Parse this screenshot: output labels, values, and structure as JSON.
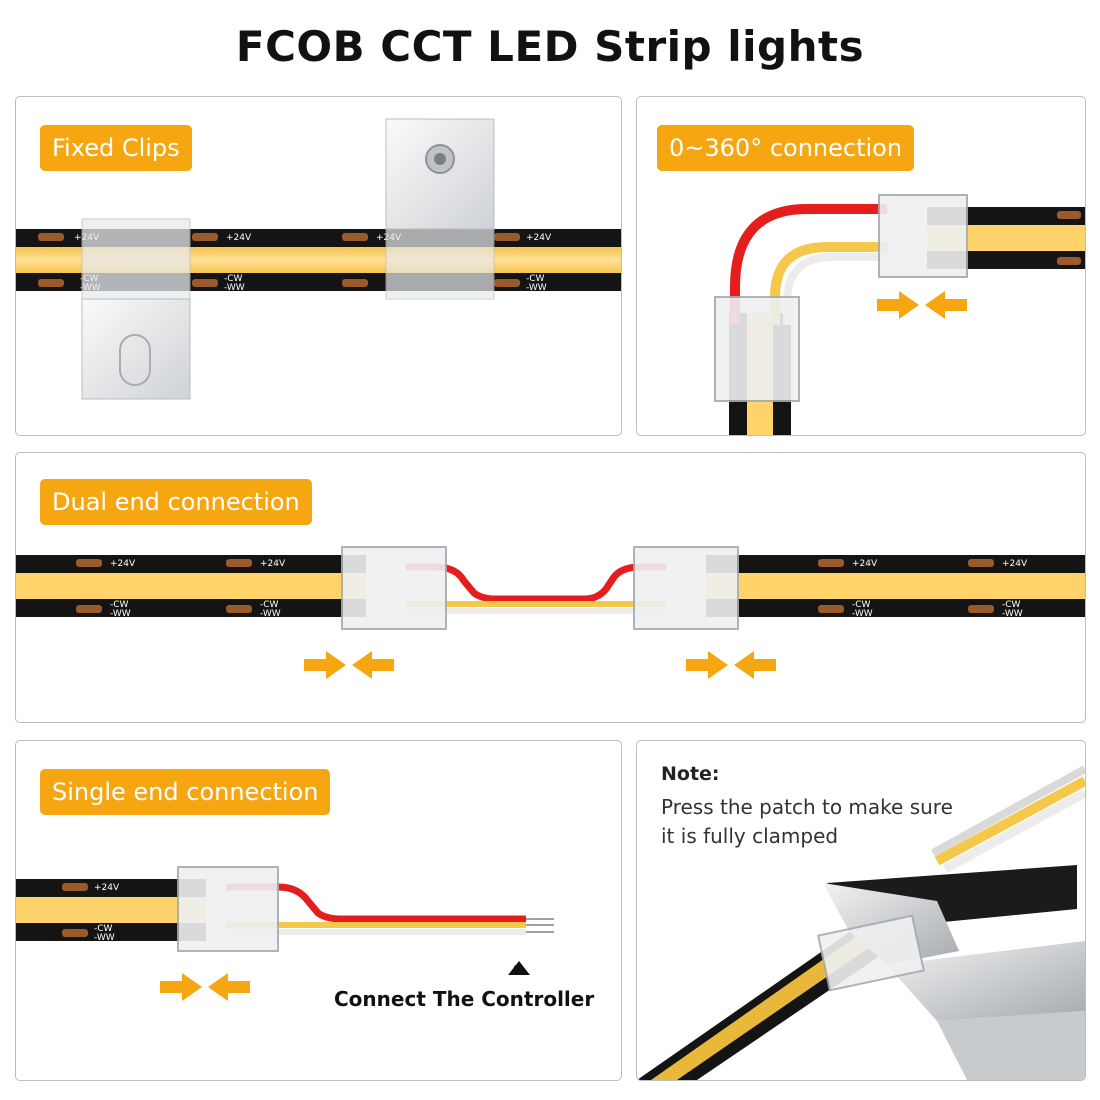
{
  "title": "FCOB CCT LED Strip lights",
  "strip_labels": {
    "positive": "+24V",
    "cw": "-CW",
    "ww": "-WW"
  },
  "panels": {
    "fixed_clips": {
      "label": "Fixed Clips"
    },
    "angle": {
      "label": "0~360° connection"
    },
    "dual": {
      "label": "Dual end connection"
    },
    "single": {
      "label": "Single end connection",
      "caption": "Connect The Controller"
    },
    "note": {
      "title": "Note:",
      "text": "Press the patch to make sure it is fully clamped"
    }
  },
  "colors": {
    "accent": "#f6a610",
    "strip_black": "#141414",
    "led_glow": "#ffd36a",
    "pad": "#9a5a2a",
    "wire_red": "#e51d1d",
    "wire_yellow": "#f4c84a",
    "wire_white": "#ececec"
  }
}
